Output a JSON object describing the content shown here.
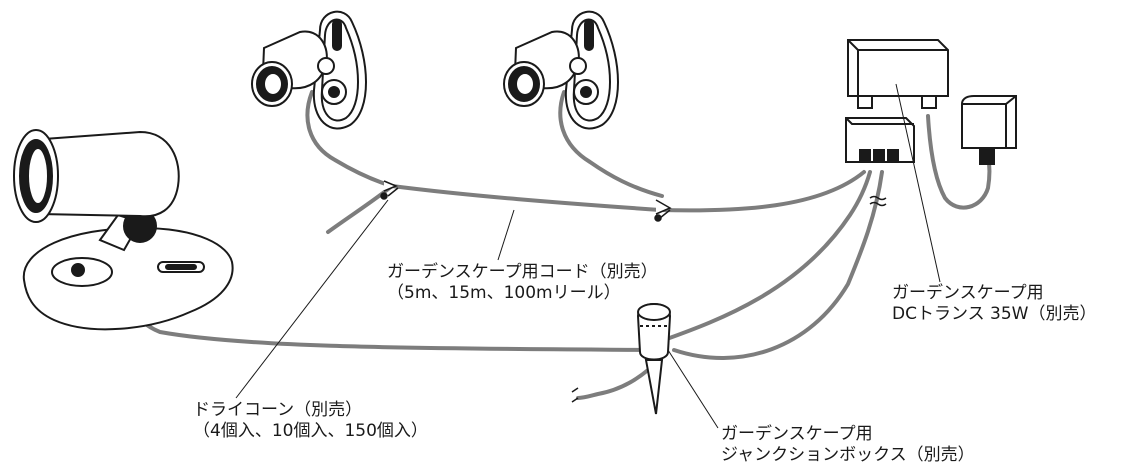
{
  "labels": {
    "cord": {
      "line1": "ガーデンスケープ用コード（別売）",
      "line2": "（5m、15m、100mリール）"
    },
    "transformer": {
      "line1": "ガーデンスケープ用",
      "line2": "DCトランス 35W（別売）"
    },
    "drycone": {
      "line1": "ドライコーン（別売）",
      "line2": "（4個入、10個入、150個入）"
    },
    "junction": {
      "line1": "ガーデンスケープ用",
      "line2": "ジャンクションボックス（別売）"
    }
  },
  "colors": {
    "cable": "#7d7d7d",
    "outline": "#1a1a1a",
    "fill": "#ffffff"
  }
}
